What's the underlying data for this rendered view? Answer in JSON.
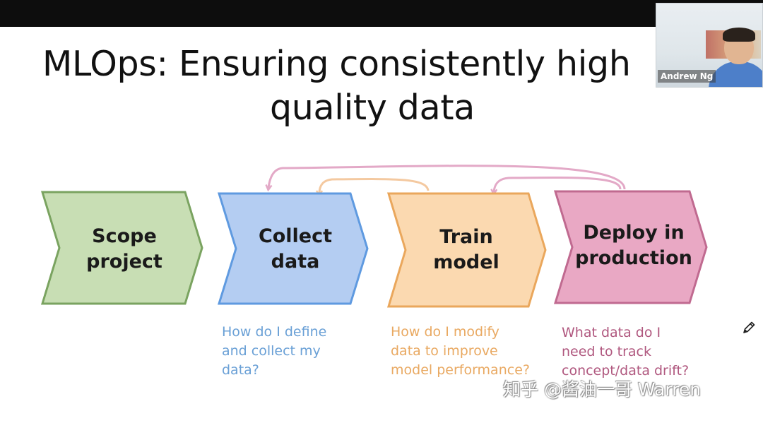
{
  "slide": {
    "title_line1": "MLOps: Ensuring consistently high",
    "title_line2": "quality data",
    "stages": [
      {
        "label": "Scope\nproject",
        "fill": "#c8deb4",
        "stroke": "#7aa360"
      },
      {
        "label": "Collect\ndata",
        "fill": "#b4cdf2",
        "stroke": "#5f9ae0"
      },
      {
        "label": "Train\nmodel",
        "fill": "#fbd9b0",
        "stroke": "#eaa75c"
      },
      {
        "label": "Deploy in\nproduction",
        "fill": "#e9a8c4",
        "stroke": "#c06a90"
      }
    ],
    "questions": [
      {
        "text": "How do I define\nand collect my\ndata?",
        "color": "#6aa0d6"
      },
      {
        "text": "How do I modify\ndata to improve\nmodel performance?",
        "color": "#e9a962"
      },
      {
        "text": "What data do I\nneed to track\nconcept/data drift?",
        "color": "#b0587f"
      }
    ],
    "feedback_arrow_colors": {
      "deploy_to_collect": "#e3a9c7",
      "train_to_collect": "#f4c9a0",
      "deploy_to_train": "#e3a9c7"
    }
  },
  "webcam": {
    "participant_name": "Andrew Ng"
  },
  "watermark": {
    "text": "知乎 @酱油一哥 Warren"
  },
  "icons": {
    "annotate": "pencil-icon"
  }
}
